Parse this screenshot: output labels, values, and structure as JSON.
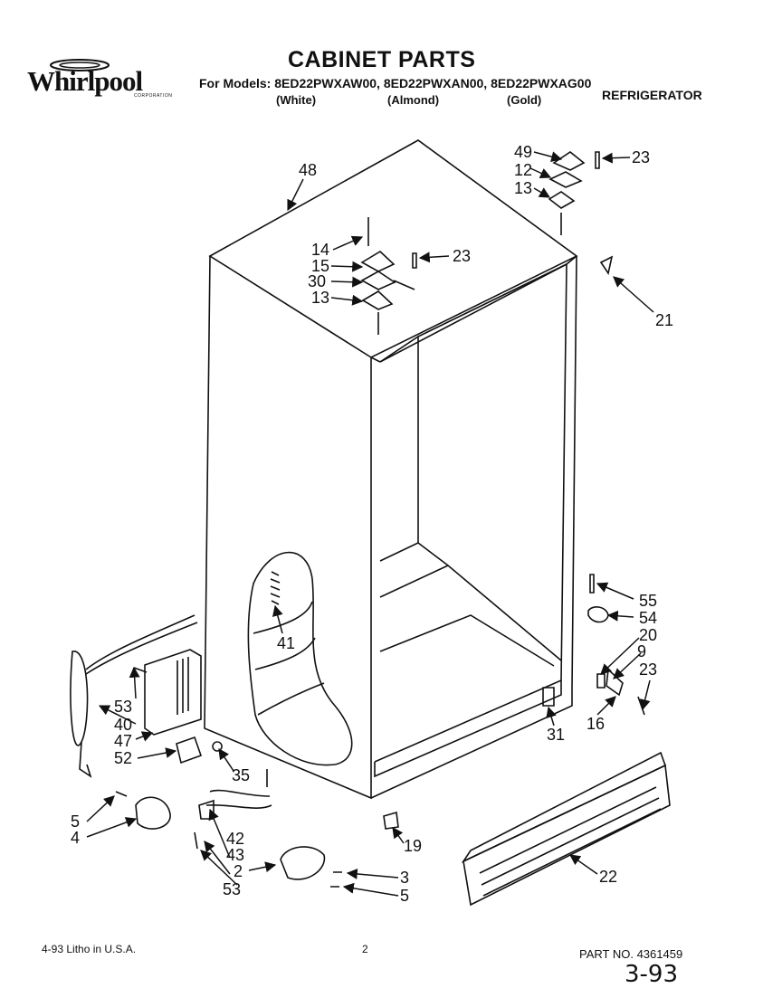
{
  "header": {
    "brand": "Whirlpool",
    "brand_sub": "CORPORATION",
    "title": "CABINET PARTS",
    "models_line": "For Models: 8ED22PWXAW00, 8ED22PWXAN00, 8ED22PWXAG00",
    "color_white": "(White)",
    "color_almond": "(Almond)",
    "color_gold": "(Gold)",
    "product": "REFRIGERATOR"
  },
  "callouts": {
    "c48": "48",
    "c49": "49",
    "c12": "12",
    "c13a": "13",
    "c23a": "23",
    "c14": "14",
    "c15": "15",
    "c30": "30",
    "c13b": "13",
    "c23b": "23",
    "c21": "21",
    "c41": "41",
    "c55": "55",
    "c54": "54",
    "c20": "20",
    "c9": "9",
    "c23c": "23",
    "c16": "16",
    "c31": "31",
    "c53a": "53",
    "c40": "40",
    "c47": "47",
    "c52": "52",
    "c35": "35",
    "c5a": "5",
    "c4": "4",
    "c42": "42",
    "c43": "43",
    "c2": "2",
    "c53b": "53",
    "c3": "3",
    "c5b": "5",
    "c19": "19",
    "c22": "22"
  },
  "footer": {
    "litho": "4-93  Litho in U.S.A.",
    "page": "2",
    "part_no": "PART NO. 4361459",
    "handwritten": "3-93"
  }
}
